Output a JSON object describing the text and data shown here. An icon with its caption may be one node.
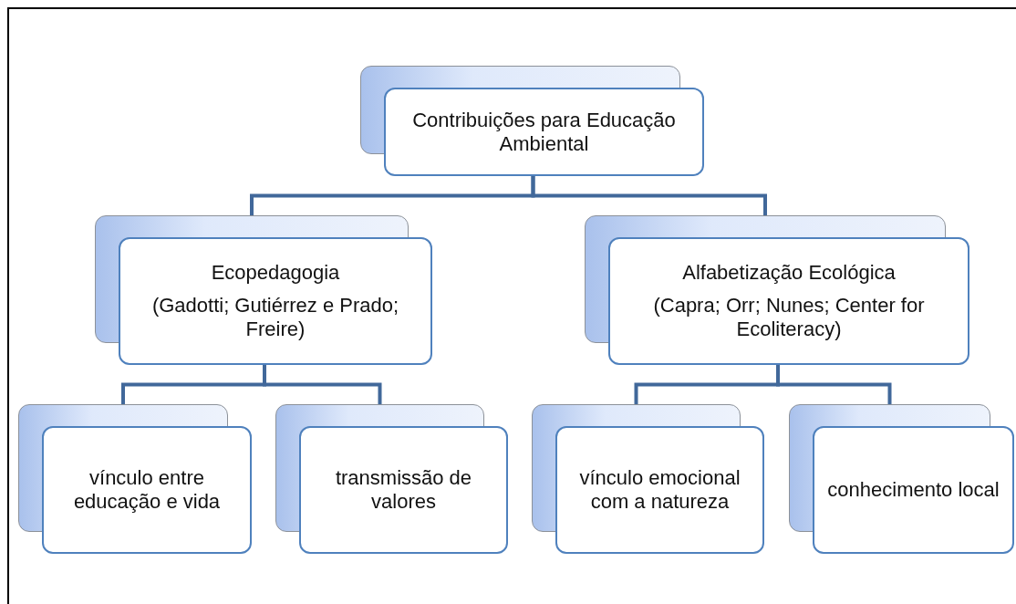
{
  "diagram": {
    "nodes": [
      {
        "text": [
          "Contribuições para Educação Ambiental"
        ]
      },
      {
        "text": [
          "Ecopedagogia",
          "(Gadotti; Gutiérrez e Prado; Freire)"
        ]
      },
      {
        "text": [
          "Alfabetização Ecológica",
          "(Capra; Orr; Nunes; Center for Ecoliteracy)"
        ]
      },
      {
        "text": [
          "vínculo entre educação e vida"
        ]
      },
      {
        "text": [
          "transmissão de valores"
        ]
      },
      {
        "text": [
          "vínculo emocional com a natureza"
        ]
      },
      {
        "text": [
          "conhecimento local"
        ]
      }
    ],
    "edges": [
      {
        "from": 0,
        "to": 1,
        "arrow": "none"
      },
      {
        "from": 0,
        "to": 2,
        "arrow": "none"
      },
      {
        "from": 1,
        "to": 3,
        "arrow": "none"
      },
      {
        "from": 1,
        "to": 4,
        "arrow": "none"
      },
      {
        "from": 2,
        "to": 5,
        "arrow": "none"
      },
      {
        "from": 2,
        "to": 6,
        "arrow": "none"
      }
    ]
  }
}
